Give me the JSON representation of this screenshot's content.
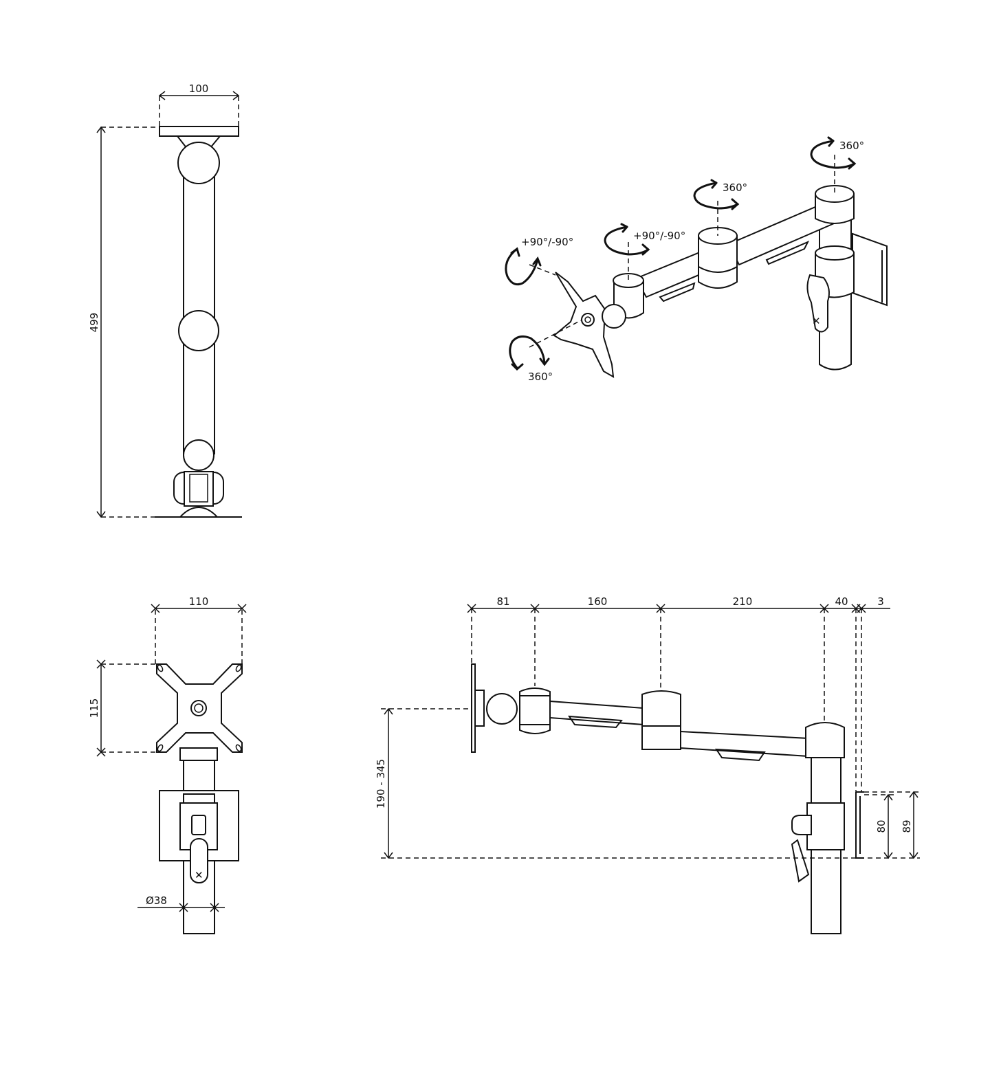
{
  "top_view": {
    "width_label": "100",
    "height_label": "499"
  },
  "front_view": {
    "width_label": "110",
    "height_label": "115",
    "diameter_label": "Ø38"
  },
  "perspective_view": {
    "rotations": {
      "pole": "360°",
      "middle_joint": "360°",
      "head_tilt": "+90°/-90°",
      "head_swivel": "+90°/-90°",
      "head_rotate": "360°"
    }
  },
  "side_view": {
    "segments": [
      "81",
      "160",
      "210",
      "40",
      "3"
    ],
    "height_range_label": "190 - 345",
    "clamp_label_a": "80",
    "clamp_label_b": "89"
  }
}
